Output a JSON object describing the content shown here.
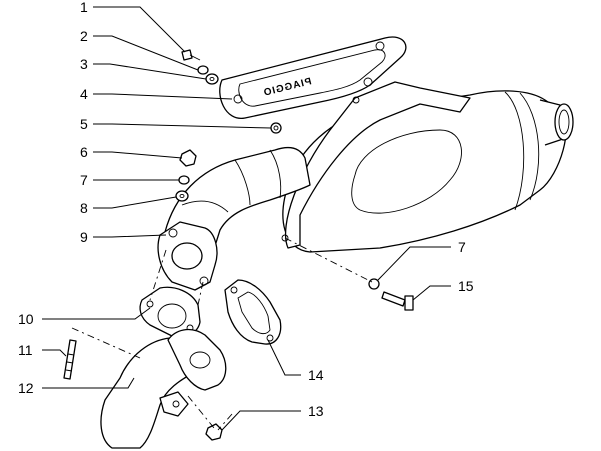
{
  "labels": {
    "p1": "1",
    "p2": "2",
    "p3": "3",
    "p4": "4",
    "p5": "5",
    "p6": "6",
    "p7a": "7",
    "p7b": "7",
    "p8": "8",
    "p9": "9",
    "p10": "10",
    "p11": "11",
    "p12": "12",
    "p13": "13",
    "p14": "14",
    "p15": "15"
  },
  "heat_shield_logo": "PIAGGIO"
}
